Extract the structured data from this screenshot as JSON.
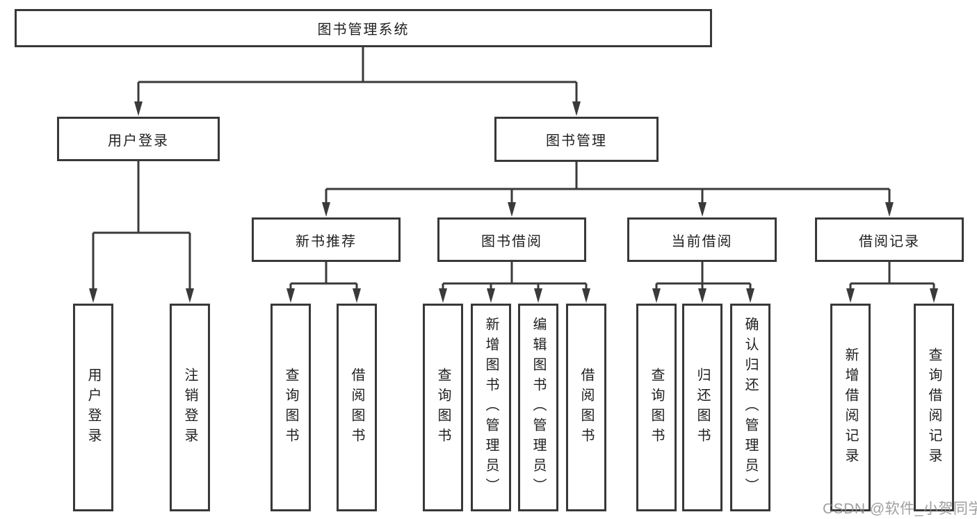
{
  "tree": {
    "root": "图书管理系统",
    "branches": [
      {
        "label": "用户登录",
        "children": [
          "用户登录",
          "注销登录"
        ]
      },
      {
        "label": "图书管理",
        "children": [
          {
            "label": "新书推荐",
            "children": [
              "查询图书",
              "借阅图书"
            ]
          },
          {
            "label": "图书借阅",
            "children": [
              "查询图书",
              "新增图书（管理员）",
              "编辑图书（管理员）",
              "借阅图书"
            ]
          },
          {
            "label": "当前借阅",
            "children": [
              "查询图书",
              "归还图书",
              "确认归还（管理员）"
            ]
          },
          {
            "label": "借阅记录",
            "children": [
              "新增借阅记录",
              "查询借阅记录"
            ]
          }
        ]
      }
    ]
  },
  "watermark": "CSDN @软件_小贺同学",
  "colors": {
    "line": "#3a3a3a",
    "box_border": "#383838",
    "text": "#1f1f1f",
    "watermark": "#8a8a8a",
    "background": "#ffffff"
  }
}
